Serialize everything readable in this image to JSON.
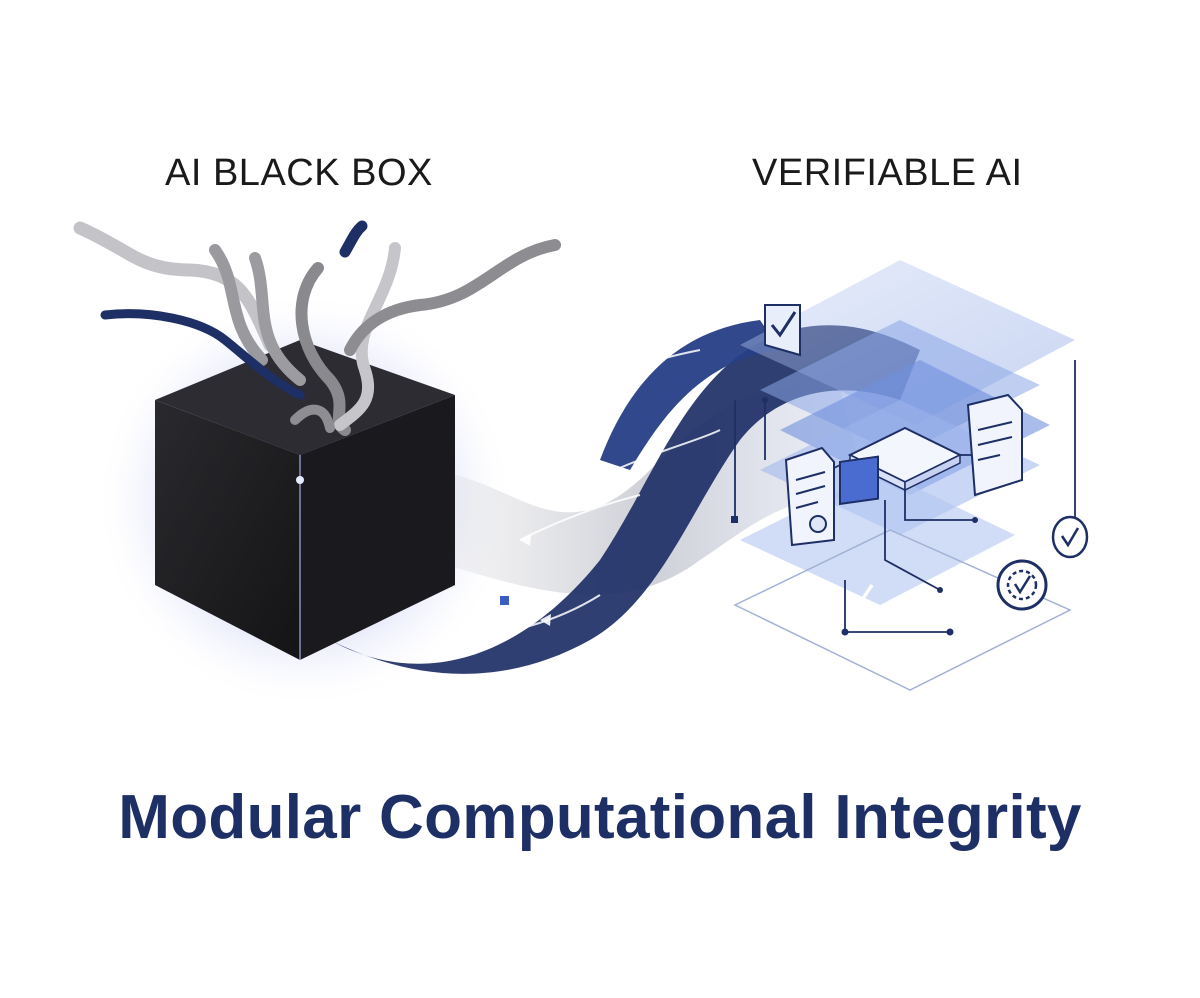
{
  "labels": {
    "left": "AI BLACK BOX",
    "right": "VERIFIABLE AI"
  },
  "title": "Modular Computational Integrity",
  "colors": {
    "navy": "#1e2f66",
    "cube": "#1c1c20",
    "glow": "#3b4fd0",
    "layer_blue": "#6f8fdc"
  },
  "icons": [
    "check-document-icon",
    "document-icon",
    "certificate-icon",
    "checkbox-icon",
    "gear-check-icon",
    "check-circle-icon",
    "chip-icon"
  ]
}
